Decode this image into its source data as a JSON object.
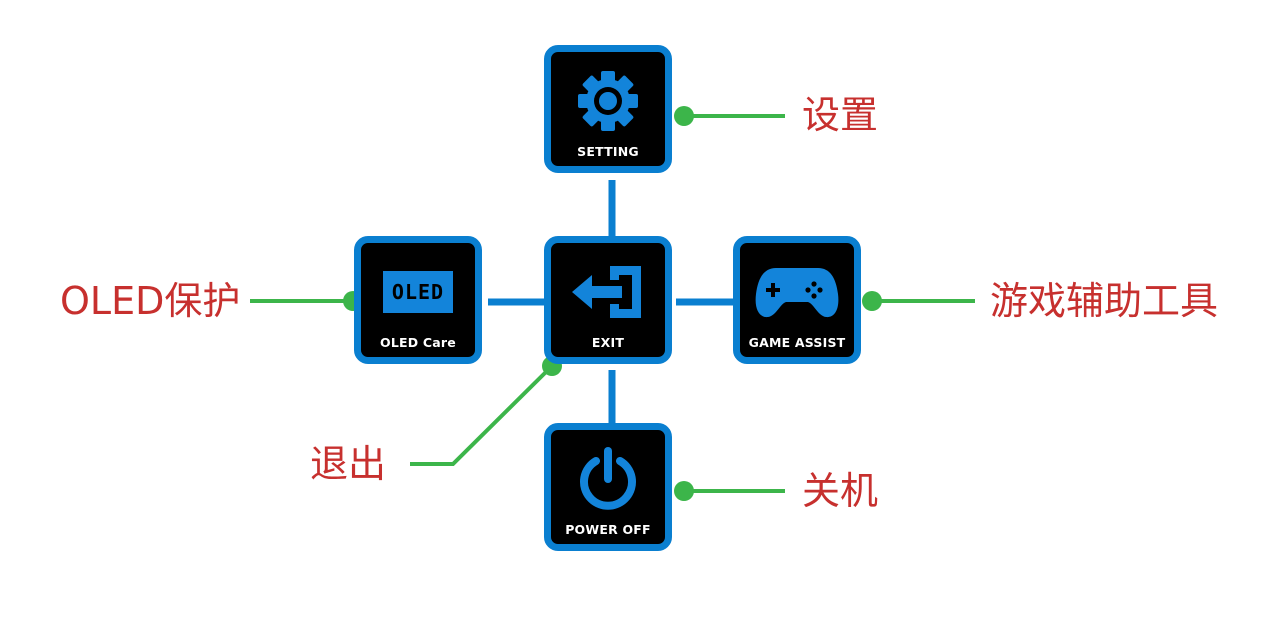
{
  "menu": {
    "setting": {
      "label": "SETTING",
      "icon": "gear-icon"
    },
    "oled_care": {
      "label": "OLED Care",
      "icon": "oled-icon",
      "badge": "OLED"
    },
    "exit": {
      "label": "EXIT",
      "icon": "exit-icon"
    },
    "game_assist": {
      "label": "GAME ASSIST",
      "icon": "gamepad-icon"
    },
    "power_off": {
      "label": "POWER OFF",
      "icon": "power-icon"
    }
  },
  "callouts": {
    "setting": "设置",
    "oled_care": "OLED保护",
    "exit": "退出",
    "game_assist": "游戏辅助工具",
    "power_off": "关机"
  },
  "colors": {
    "tile_border": "#0a7fd0",
    "tile_fill": "#000000",
    "icon": "#1384da",
    "leader_line": "#3cb54a",
    "callout_text": "#c7302e"
  }
}
